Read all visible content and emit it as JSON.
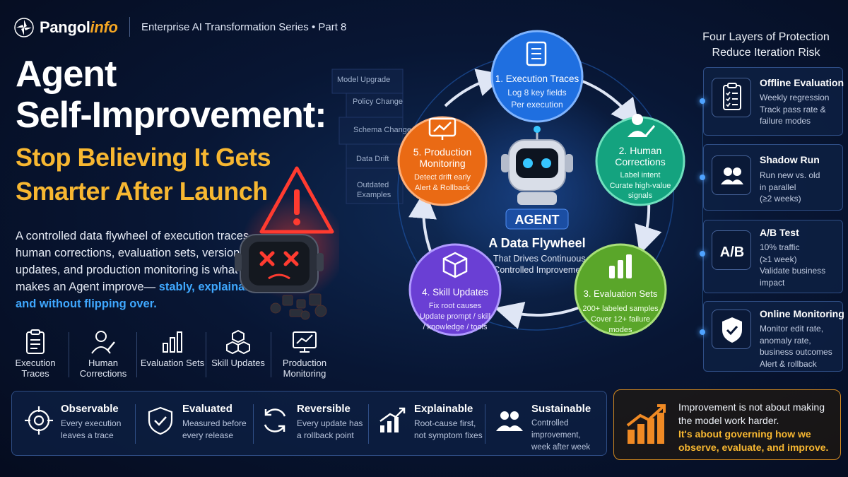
{
  "header": {
    "brand": "Pangol",
    "brand_accent": "info",
    "series": "Enterprise AI Transformation Series  •  Part 8"
  },
  "title": {
    "line1": "Agent",
    "line2": "Self-Improvement:",
    "line3": "Stop Believing It Gets",
    "line4": "Smarter After Launch"
  },
  "description": {
    "text": "A controlled data flywheel of execution traces, human corrections, evaluation sets, versioned updates, and production monitoring is what makes an Agent improve— ",
    "highlight": "stably, explainably, and without flipping over."
  },
  "mini_icons": [
    {
      "label": "Execution Traces",
      "icon": "clipboard-icon"
    },
    {
      "label": "Human Corrections",
      "icon": "person-pencil-icon"
    },
    {
      "label": "Evaluation Sets",
      "icon": "bar-chart-icon"
    },
    {
      "label": "Skill Updates",
      "icon": "cubes-icon"
    },
    {
      "label": "Production Monitoring",
      "icon": "monitor-chart-icon"
    }
  ],
  "risk_tags": [
    "Model Upgrade",
    "Policy Change",
    "Schema Change",
    "Data Drift",
    "Outdated",
    "Examples"
  ],
  "flywheel": {
    "center_badge": "AGENT",
    "center_title": "A Data Flywheel",
    "center_sub1": "That Drives Continuous,",
    "center_sub2": "Controlled Improvement",
    "nodes": [
      {
        "title": "1. Execution Traces",
        "l1": "Log 8 key fields",
        "l2": "Per execution",
        "color": "#1f6fe0",
        "icon": "document-icon"
      },
      {
        "title": "2. Human",
        "title2": "Corrections",
        "l1": "Label intent",
        "l2": "Curate high-value",
        "l3": "signals",
        "color": "#14a37f",
        "icon": "person-pencil-icon"
      },
      {
        "title": "3. Evaluation Sets",
        "l1": "200+ labeled samples",
        "l2": "Cover 12+ failure",
        "l3": "modes",
        "color": "#5aa62a",
        "icon": "bar-chart-icon"
      },
      {
        "title": "4. Skill Updates",
        "l1": "Fix root causes",
        "l2": "Update prompt / skill",
        "l3": "/ knowledge / tools",
        "color": "#6a3fd4",
        "icon": "cube-icon"
      },
      {
        "title": "5. Production",
        "title2": "Monitoring",
        "l1": "Detect drift early",
        "l2": "Alert & Rollback",
        "color": "#ea6a14",
        "icon": "monitor-chart-icon"
      }
    ]
  },
  "right_panel": {
    "title_line1": "Four Layers of Protection",
    "title_line2": "Reduce Iteration Risk",
    "layers": [
      {
        "title": "Offline Evaluation",
        "lines": [
          "Weekly regression",
          "Track pass rate &",
          "failure modes"
        ],
        "icon": "checklist-icon"
      },
      {
        "title": "Shadow Run",
        "lines": [
          "Run new vs. old",
          "in parallel",
          "(≥2 weeks)"
        ],
        "icon": "people-icon"
      },
      {
        "title": "A/B Test",
        "lines": [
          "10% traffic",
          "(≥1 week)",
          "Validate business",
          "impact"
        ],
        "icon": "ab-icon",
        "icon_text": "A/B"
      },
      {
        "title": "Online Monitoring",
        "lines": [
          "Monitor edit rate,",
          "anomaly rate,",
          "business outcomes",
          "Alert & rollback"
        ],
        "icon": "shield-check-icon"
      }
    ]
  },
  "principles": [
    {
      "title": "Observable",
      "l1": "Every execution",
      "l2": "leaves a trace",
      "icon": "target-icon"
    },
    {
      "title": "Evaluated",
      "l1": "Measured before",
      "l2": "every release",
      "icon": "shield-check-icon"
    },
    {
      "title": "Reversible",
      "l1": "Every update has",
      "l2": "a rollback point",
      "icon": "refresh-icon"
    },
    {
      "title": "Explainable",
      "l1": "Root-cause first,",
      "l2": "not symptom fixes",
      "icon": "growth-chart-icon"
    },
    {
      "title": "Sustainable",
      "l1": "Controlled improvement,",
      "l2": "week after week",
      "icon": "people-icon"
    }
  ],
  "callout": {
    "line1": "Improvement is not about making the model work harder.",
    "line2": "It's about governing how we observe, evaluate, and improve."
  },
  "colors": {
    "accent_yellow": "#f7b731",
    "accent_blue": "#3fa8ff",
    "alert_red": "#e53935"
  }
}
